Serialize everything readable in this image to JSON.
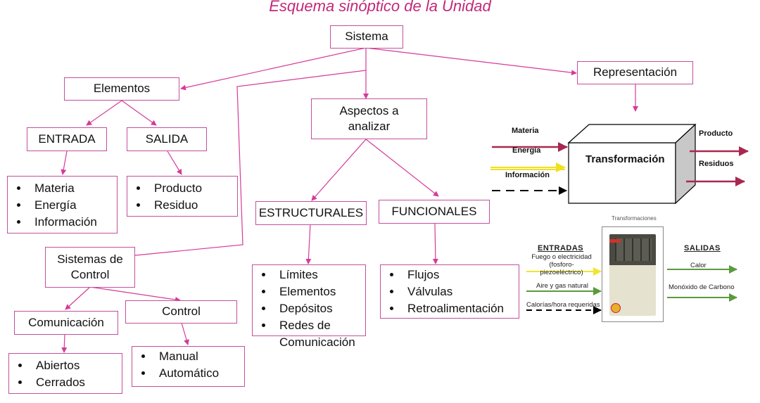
{
  "title": "Esquema sinóptico de la Unidad",
  "nodes": {
    "sistema": "Sistema",
    "elementos": "Elementos",
    "entrada": "ENTRADA",
    "salida": "SALIDA",
    "entrada_items": [
      "Materia",
      "Energía",
      "Información"
    ],
    "salida_items": [
      "Producto",
      "Residuo"
    ],
    "sistemas_control": "Sistemas de Control",
    "comunicacion": "Comunicación",
    "control": "Control",
    "comunicacion_items": [
      "Abiertos",
      "Cerrados"
    ],
    "control_items": [
      "Manual",
      "Automático"
    ],
    "aspectos": "Aspectos a analizar",
    "estructurales": "ESTRUCTURALES",
    "funcionales": "FUNCIONALES",
    "estructurales_items": [
      "Límites",
      "Elementos",
      "Depósitos",
      "Redes de Comunicación"
    ],
    "funcionales_items": [
      "Flujos",
      "Válvulas",
      "Retroalimentación"
    ],
    "representacion": "Representación"
  },
  "transform_diagram": {
    "center_label": "Transformación",
    "inputs": [
      "Materia",
      "Energía",
      "Información"
    ],
    "outputs": [
      "Producto",
      "Residuos"
    ],
    "colors": {
      "materia": "#a8284f",
      "energia": "#f0e020",
      "informacion": "#000000",
      "outputs": "#a8284f"
    }
  },
  "heater_diagram": {
    "caption": "Transformaciones",
    "entradas_header": "ENTRADAS",
    "salidas_header": "SALIDAS",
    "inputs": [
      "Fuego o electricidad (fosforo-piezoeléctrico)",
      "Aire y gas natural",
      "Calorías/hora requeridas"
    ],
    "outputs": [
      "Calor",
      "Monóxido de Carbono"
    ],
    "colors": {
      "fuego": "#f3e430",
      "aire": "#5a9a3c",
      "calorias": "#000000",
      "outputs": "#5a9a3c"
    }
  }
}
